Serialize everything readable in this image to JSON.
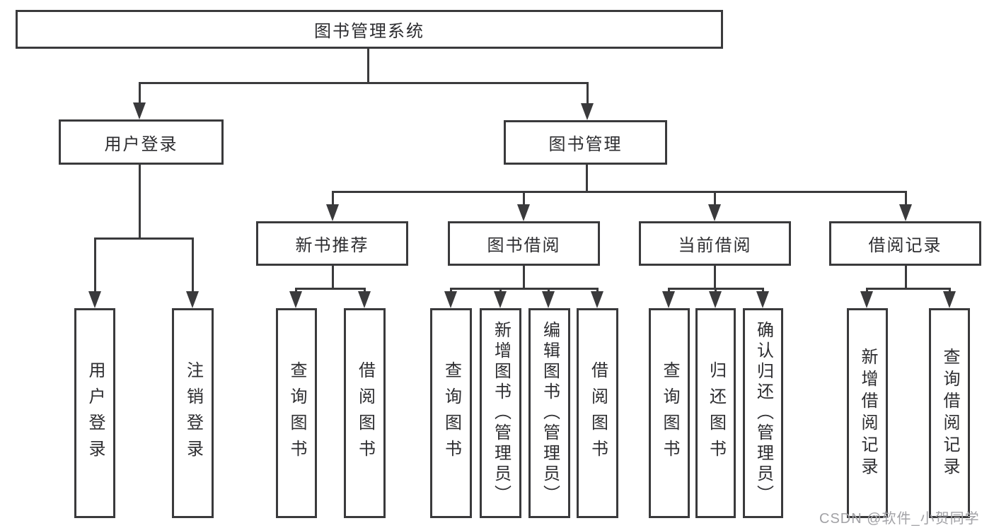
{
  "colors": {
    "line": "#3a3a3c",
    "box_background": "#ffffff",
    "text": "#2d2d30",
    "watermark": "#a2a2a6"
  },
  "watermark": "CSDN @软件_小贺同学",
  "tree": {
    "root": {
      "label": "图书管理系统"
    },
    "login": {
      "label": "用户登录",
      "children": [
        {
          "label": "用户登录"
        },
        {
          "label": "注销登录"
        }
      ]
    },
    "management": {
      "label": "图书管理"
    },
    "groups": [
      {
        "label": "新书推荐",
        "children": [
          {
            "label": "查询图书"
          },
          {
            "label": "借阅图书"
          }
        ]
      },
      {
        "label": "图书借阅",
        "children": [
          {
            "label": "查询图书"
          },
          {
            "label": "新增图书（管理员）"
          },
          {
            "label": "编辑图书（管理员）"
          },
          {
            "label": "借阅图书"
          }
        ]
      },
      {
        "label": "当前借阅",
        "children": [
          {
            "label": "查询图书"
          },
          {
            "label": "归还图书"
          },
          {
            "label": "确认归还（管理员）"
          }
        ]
      },
      {
        "label": "借阅记录",
        "children": [
          {
            "label": "新增借阅记录"
          },
          {
            "label": "查询借阅记录"
          }
        ]
      }
    ]
  }
}
